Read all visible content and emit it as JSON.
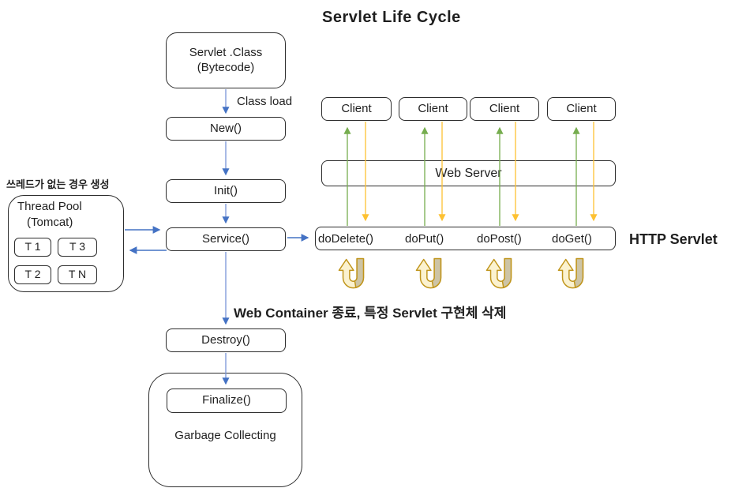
{
  "title": "Servlet Life Cycle",
  "colors": {
    "border": "#2D2D2D",
    "text": "#1F1F1F",
    "flow_arrow": "#4472C4",
    "flow_arrow_light": "#7A95D8",
    "response_up": "#76AD4F",
    "request_down": "#FDC132",
    "loop_light": "#FBF2CF",
    "loop_dark": "#CDC4A5",
    "loop_outline": "#C0951B"
  },
  "icons": {
    "loop_arrow": "u-turn-up-arrow"
  },
  "flow": {
    "servlet_class_line1": "Servlet .Class",
    "servlet_class_line2": "(Bytecode)",
    "class_load": "Class load",
    "new_label": "New()",
    "init_label": "Init()",
    "service_label": "Service()",
    "destroy_label": "Destroy()",
    "finalize_label": "Finalize()",
    "garbage_label": "Garbage Collecting",
    "destroy_note": "Web Container 종료, 특정 Servlet 구현체 삭제"
  },
  "thread_pool": {
    "note": "쓰레드가 없는 경우 생성",
    "title": "Thread Pool",
    "subtitle": "(Tomcat)",
    "threads": [
      "T 1",
      "T 3",
      "T 2",
      "T N"
    ]
  },
  "server": {
    "clients": [
      "Client",
      "Client",
      "Client",
      "Client"
    ],
    "web_server": "Web Server",
    "methods": [
      "doDelete()",
      "doPut()",
      "doPost()",
      "doGet()"
    ],
    "http_servlet_label": "HTTP Servlet"
  }
}
